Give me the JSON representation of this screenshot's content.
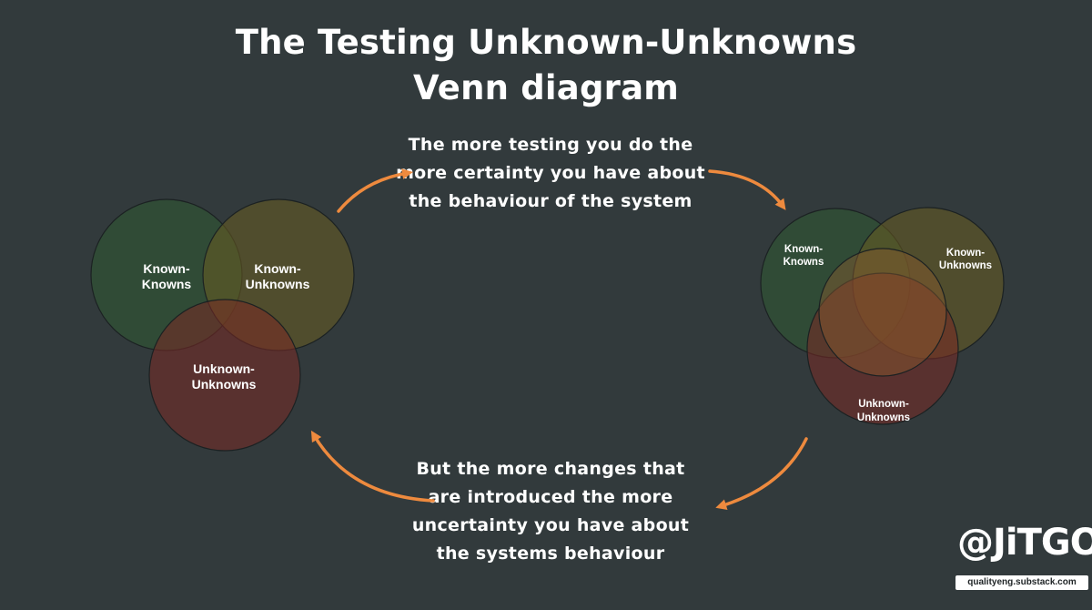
{
  "title": {
    "line1": "The Testing Unknown-Unknowns",
    "line2": "Venn diagram"
  },
  "top_caption": {
    "line1": "The more testing you do the",
    "line2": "more certainty you have about",
    "line3": "the behaviour of the system"
  },
  "bottom_caption": {
    "line1": "But the more changes that",
    "line2": "are introduced the more",
    "line3": "uncertainty you have about",
    "line4": "the systems behaviour"
  },
  "left_venn": {
    "known_knowns": [
      "Known-",
      "Knowns"
    ],
    "known_unknowns": [
      "Known-",
      "Unknowns"
    ],
    "unknown_unknowns": [
      "Unknown-",
      "Unknowns"
    ]
  },
  "right_venn": {
    "known_knowns": [
      "Known-",
      "Knowns"
    ],
    "known_unknowns": [
      "Known-",
      "Unknowns"
    ],
    "unknown_unknowns": [
      "Unknown-",
      "Unknowns"
    ]
  },
  "logo": {
    "handle": "@JiTGO",
    "url": "qualityeng.substack.com"
  },
  "colors": {
    "background": "#323a3c",
    "known_knowns": "#2f5a32",
    "known_unknowns": "#6a5c20",
    "unknown_unknowns": "#7a2a25",
    "arrow": "#ee8a3e",
    "text": "#ffffff"
  }
}
